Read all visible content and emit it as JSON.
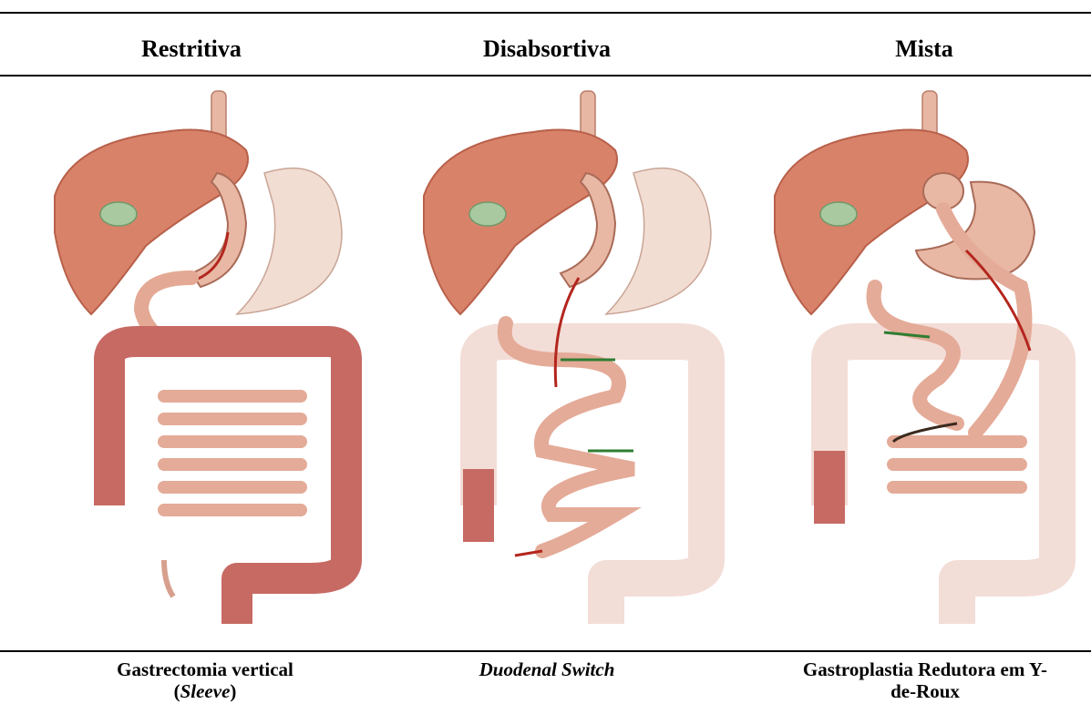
{
  "table": {
    "headers": [
      "Restritiva",
      "Disabsortiva",
      "Mista"
    ],
    "captions": [
      {
        "main": "Gastrectomia vertical",
        "paren_open": "(",
        "italic": "Sleeve",
        "paren_close": ")"
      },
      {
        "italic": "Duodenal Switch"
      },
      {
        "line1": "Gastroplastia Redutora em Y-",
        "line2": "de-Roux"
      }
    ]
  },
  "colors": {
    "liver": "#d9826a",
    "liver_dark": "#b8604a",
    "gallbladder": "#a9c9a0",
    "stomach": "#e9b8a4",
    "stomach_removed": "#f2ddd3",
    "intestine": "#d98c78",
    "colon": "#c76a64",
    "colon_faded": "#f3ddd7",
    "flow_red": "#b3261e",
    "flow_green": "#2f7d32"
  }
}
